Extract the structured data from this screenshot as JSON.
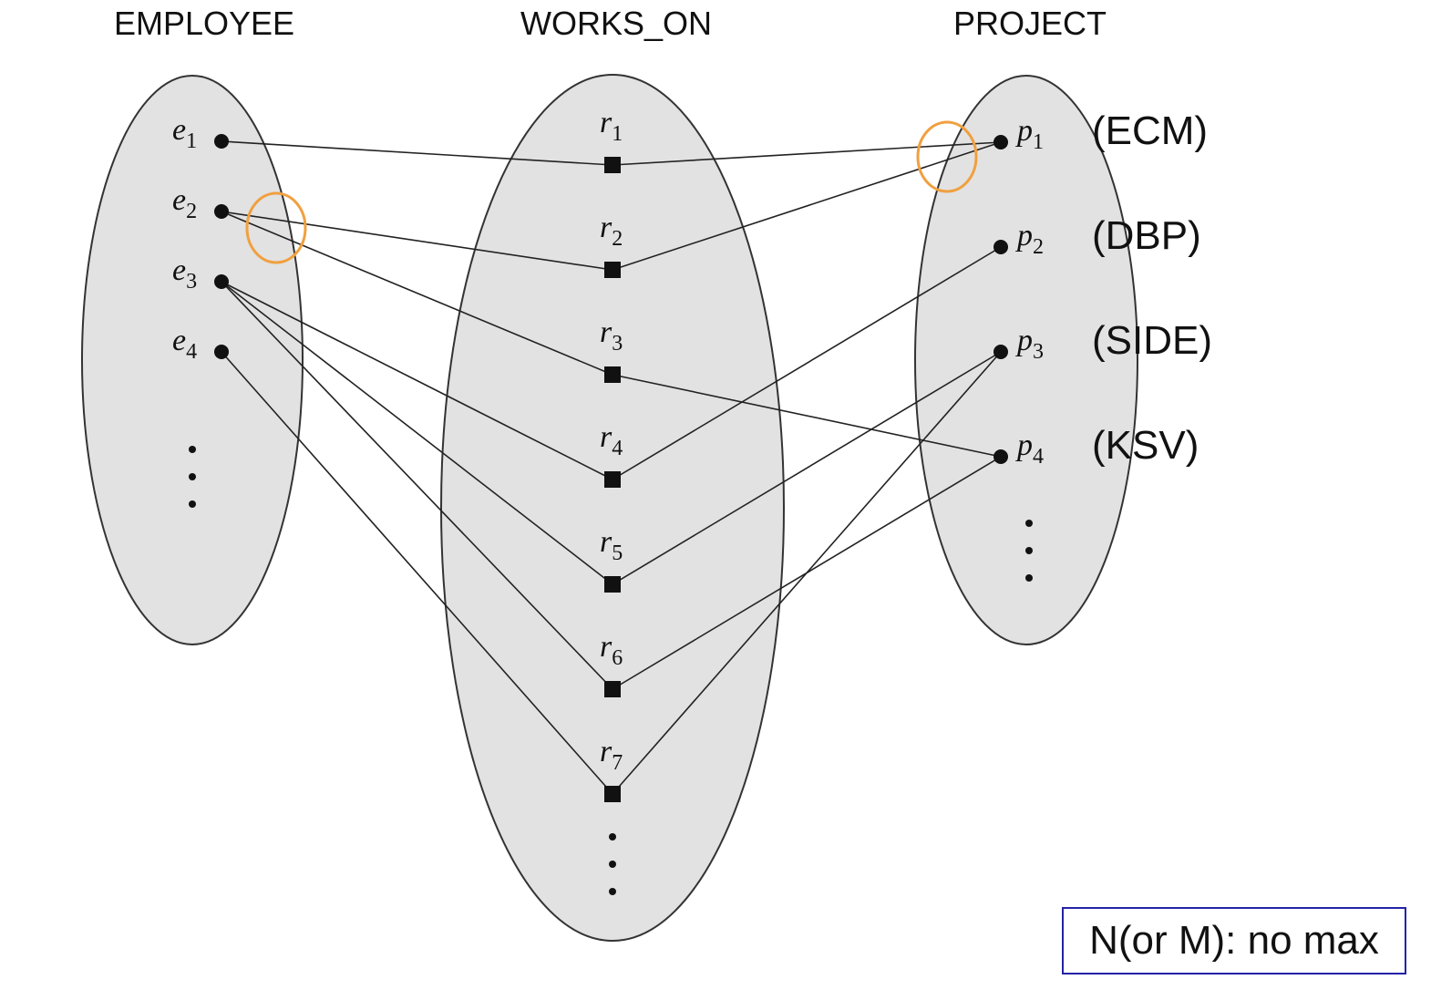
{
  "sets": {
    "employee": {
      "title": "EMPLOYEE",
      "elements": [
        {
          "base": "e",
          "sub": "1"
        },
        {
          "base": "e",
          "sub": "2"
        },
        {
          "base": "e",
          "sub": "3"
        },
        {
          "base": "e",
          "sub": "4"
        }
      ]
    },
    "works_on": {
      "title": "WORKS_ON",
      "elements": [
        {
          "base": "r",
          "sub": "1"
        },
        {
          "base": "r",
          "sub": "2"
        },
        {
          "base": "r",
          "sub": "3"
        },
        {
          "base": "r",
          "sub": "4"
        },
        {
          "base": "r",
          "sub": "5"
        },
        {
          "base": "r",
          "sub": "6"
        },
        {
          "base": "r",
          "sub": "7"
        }
      ]
    },
    "project": {
      "title": "PROJECT",
      "elements": [
        {
          "base": "p",
          "sub": "1",
          "name": "(ECM)"
        },
        {
          "base": "p",
          "sub": "2",
          "name": "(DBP)"
        },
        {
          "base": "p",
          "sub": "3",
          "name": "(SIDE)"
        },
        {
          "base": "p",
          "sub": "4",
          "name": "(KSV)"
        }
      ]
    }
  },
  "links": [
    {
      "employee": "e1",
      "relationship": "r1",
      "project": "p1"
    },
    {
      "employee": "e2",
      "relationship": "r2",
      "project": "p1"
    },
    {
      "employee": "e2",
      "relationship": "r3",
      "project": "p4"
    },
    {
      "employee": "e3",
      "relationship": "r4",
      "project": "p2"
    },
    {
      "employee": "e3",
      "relationship": "r5",
      "project": "p3"
    },
    {
      "employee": "e3",
      "relationship": "r6",
      "project": "p4"
    },
    {
      "employee": "e4",
      "relationship": "r7",
      "project": "p3"
    }
  ],
  "highlights": [
    {
      "element": "e2",
      "color": "#f0a040"
    },
    {
      "element": "p1",
      "color": "#f0a040"
    }
  ],
  "legend": {
    "text": "N(or M): no max"
  },
  "colors": {
    "set_fill": "#e2e2e2",
    "line": "#222222",
    "highlight": "#f0a040",
    "legend_border": "#2323a8"
  }
}
